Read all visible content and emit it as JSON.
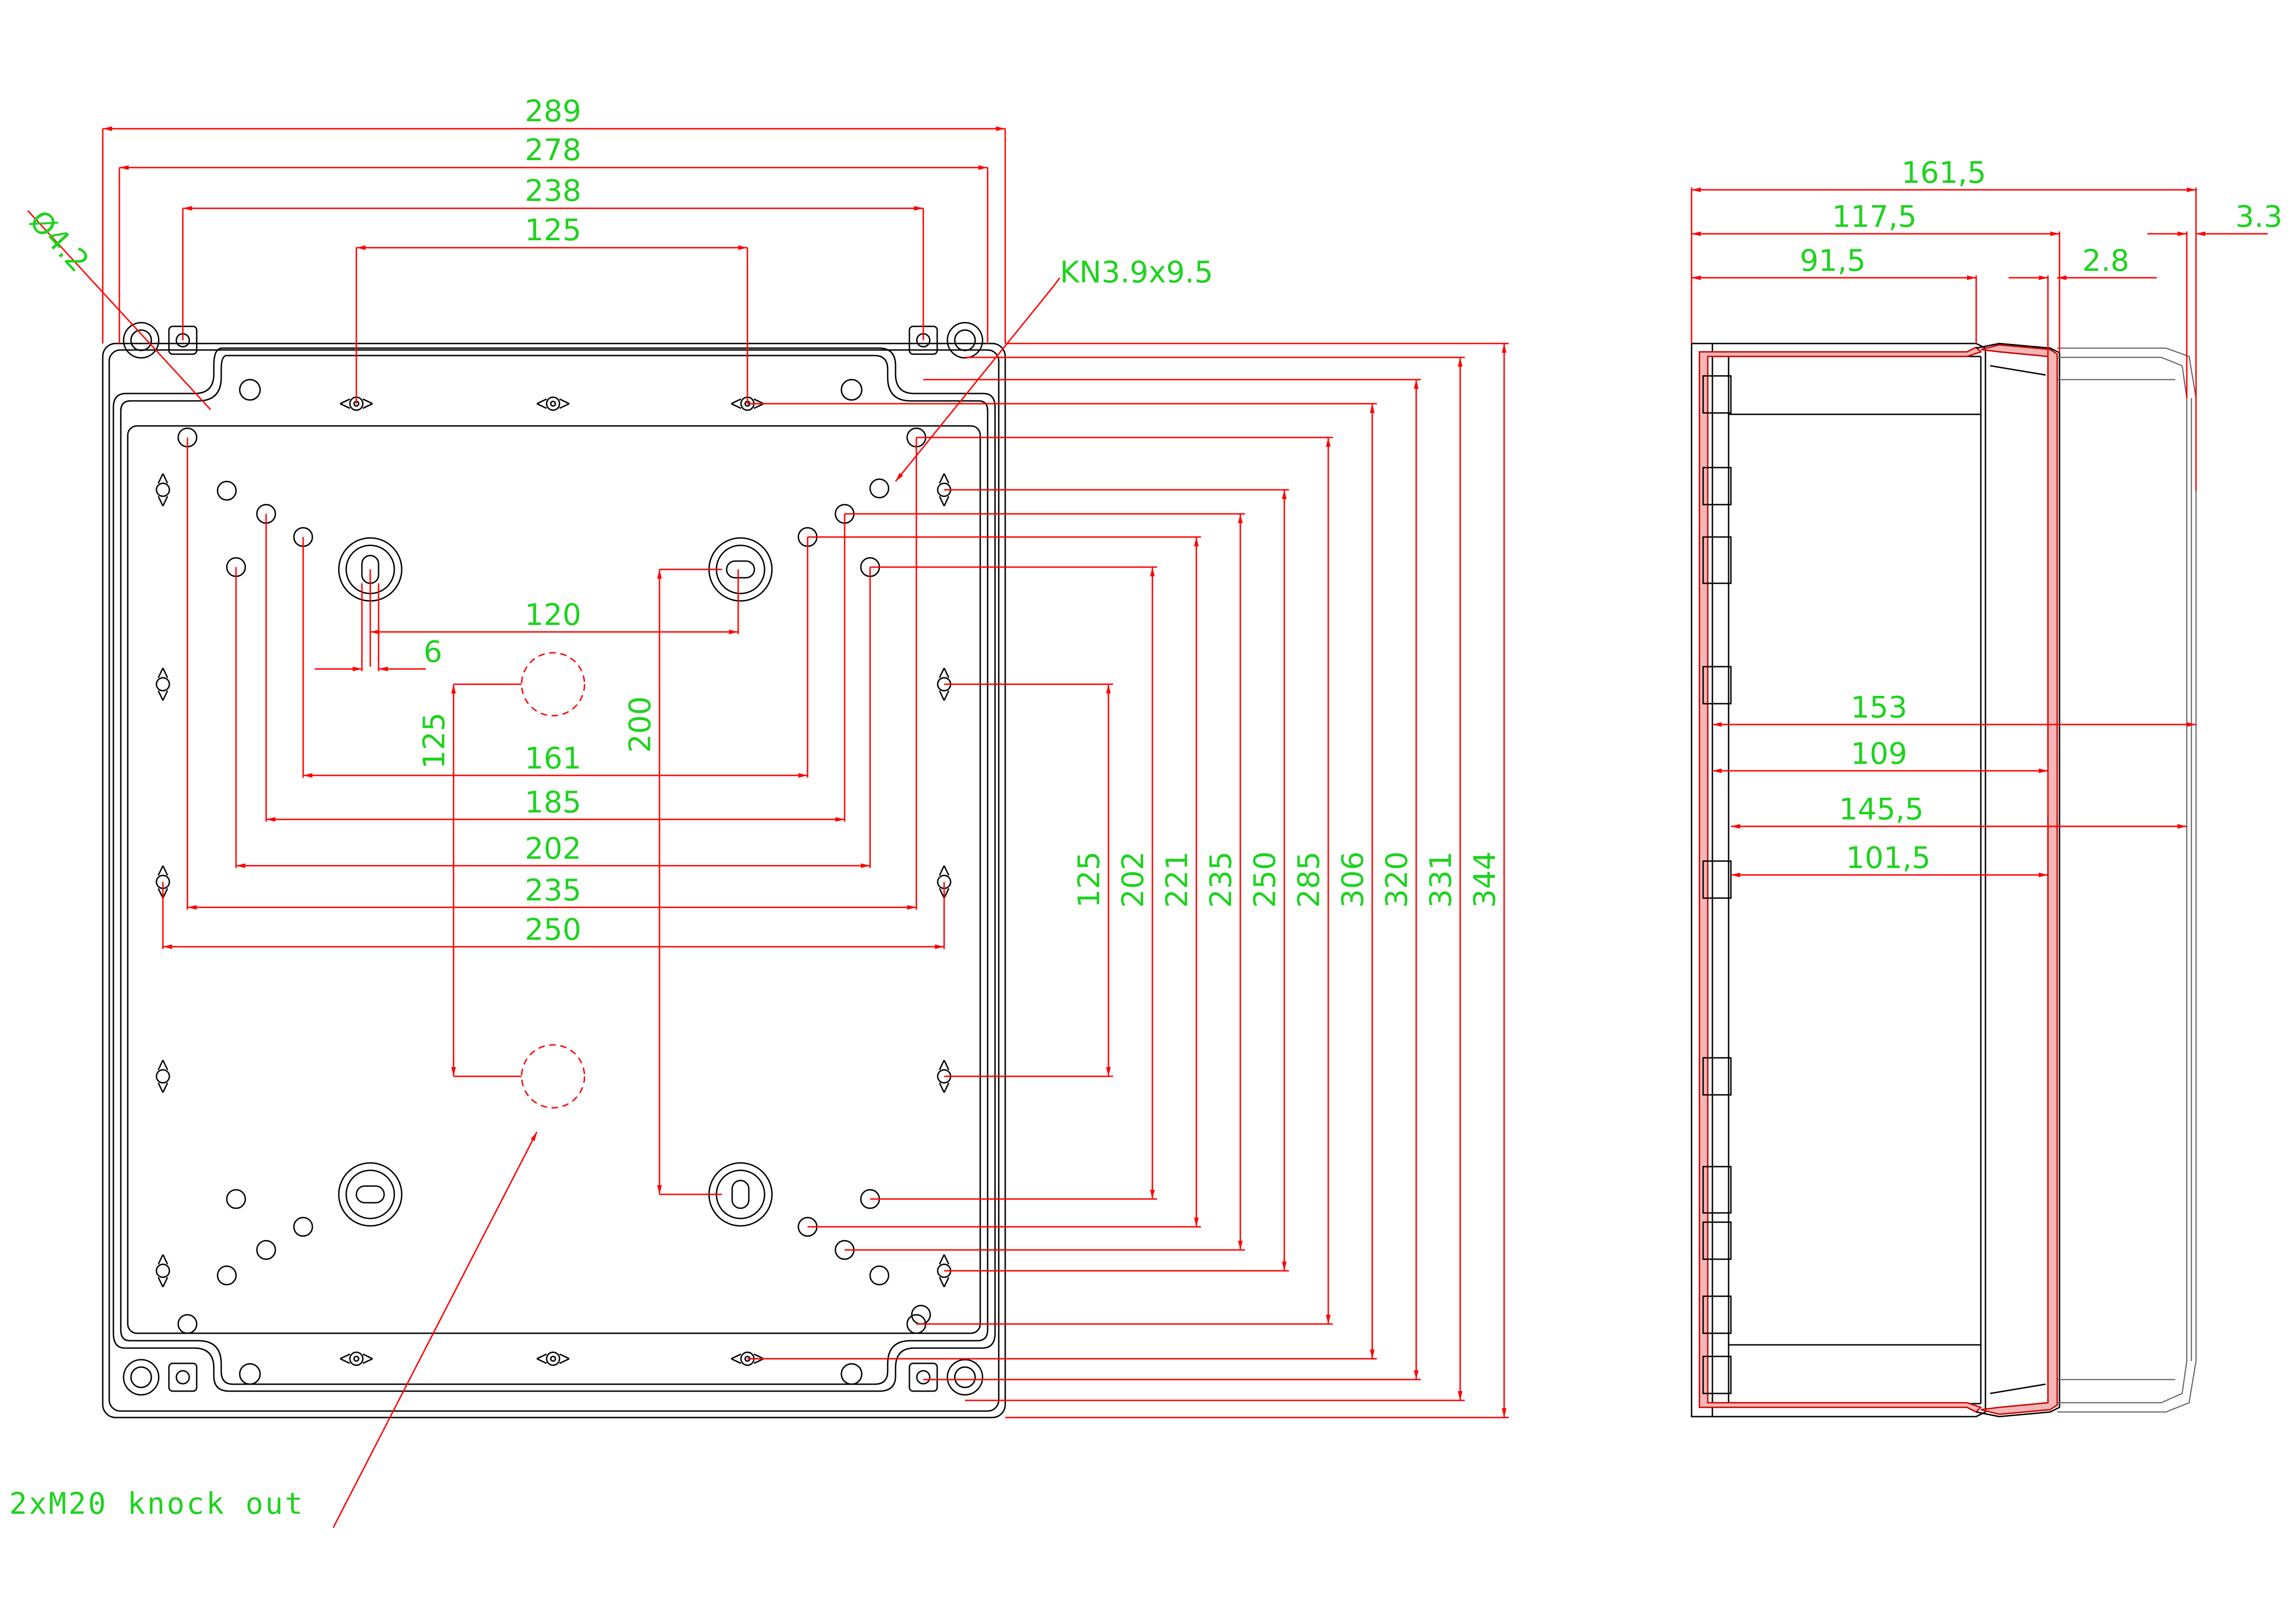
{
  "front_view": {
    "top_dimensions": [
      "289",
      "278",
      "238",
      "125"
    ],
    "hole_diameter_label": "Ø4.2",
    "screw_label": "KN3.9x9.5",
    "slot_dimensions": {
      "width": "120",
      "slot": "6"
    },
    "vertical_inner": [
      "125",
      "200"
    ],
    "horizontal_inner": [
      "161",
      "185",
      "202",
      "235",
      "250"
    ],
    "right_vertical": [
      "125",
      "202",
      "221",
      "235",
      "250",
      "285",
      "306",
      "320",
      "331",
      "344"
    ],
    "knockout_label": "2xM20 knock out"
  },
  "side_view": {
    "top_dimensions": [
      "161,5",
      "117,5",
      "91,5",
      "3.3",
      "2.8"
    ],
    "inner_dimensions": [
      "153",
      "109",
      "145,5",
      "101,5"
    ]
  },
  "colors": {
    "dimension_text": "#1fd21f",
    "dimension_line": "#ff0000",
    "outline": "#000000"
  }
}
